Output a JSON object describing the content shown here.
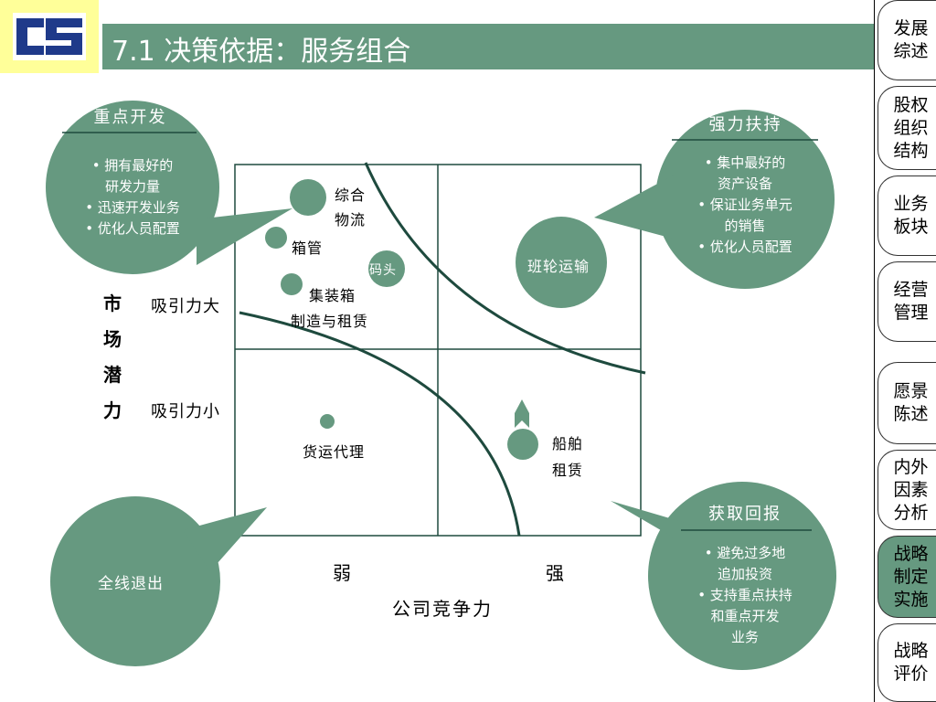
{
  "header": {
    "title": "7.1 决策依据：服务组合"
  },
  "nav": {
    "items": [
      {
        "label": "发展综述",
        "active": false
      },
      {
        "label": "股权组织结构",
        "active": false
      },
      {
        "label": "业务板块",
        "active": false
      },
      {
        "label": "经营管理",
        "active": false
      },
      {
        "label": "愿景陈述",
        "active": false
      },
      {
        "label": "内外因素分析",
        "active": false
      },
      {
        "label": "战略制定实施",
        "active": true
      },
      {
        "label": "战略评价",
        "active": false
      }
    ]
  },
  "axes": {
    "y_label": "市场潜力",
    "y_high": "吸引力大",
    "y_low": "吸引力小",
    "x_label": "公司竞争力",
    "x_weak": "弱",
    "x_strong": "强"
  },
  "businesses": {
    "logistics": "综合物流",
    "tube": "箱管",
    "terminal": "码头",
    "container_mfg_line1": "集装箱",
    "container_mfg_line2": "制造与租赁",
    "liner": "班轮运输",
    "freight_agent": "货运代理",
    "ship_leasing_line1": "船舶",
    "ship_leasing_line2": "租赁"
  },
  "callouts": {
    "develop": {
      "title": "重点开发",
      "items": [
        "• 拥有最好的",
        "研发力量",
        "• 迅速开发业务",
        "• 优化人员配置"
      ]
    },
    "support": {
      "title": "强力扶持",
      "items": [
        "• 集中最好的",
        "资产设备",
        "• 保证业务单元",
        "的销售",
        "• 优化人员配置"
      ]
    },
    "harvest": {
      "title": "获取回报",
      "items": [
        "• 避免过多地",
        "追加投资",
        "• 支持重点扶持",
        "和重点开发",
        "业务"
      ]
    },
    "exit": {
      "title": "全线退出"
    }
  },
  "colors": {
    "accent": "#669980",
    "logo_bg": "#ffff99",
    "logo_blue": "#1f3a8a",
    "curve": "#1e4a3e"
  }
}
